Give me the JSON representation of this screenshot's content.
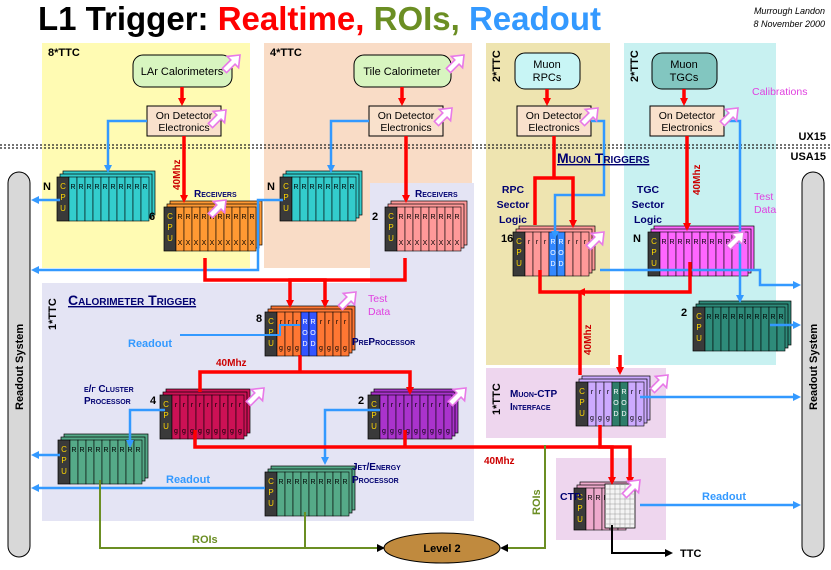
{
  "title": {
    "main": "L1 Trigger: ",
    "part1": "Realtime,",
    "part2": " ROIs,",
    "part3": " Readout"
  },
  "author": {
    "name": "Murrough Landon",
    "date": "8 November 2000"
  },
  "colors": {
    "realtime": "#ff0000",
    "rois": "#6b8e23",
    "readout": "#3399ff",
    "ttc_arrow": "#e879e8",
    "title_black": "#000000"
  },
  "ttc_counts": {
    "lar": "8*TTC",
    "tile": "4*TTC",
    "rpc": "2*TTC",
    "tgc": "2*TTC",
    "calo": "1*TTC",
    "muctpi": "1*TTC"
  },
  "detectors": {
    "lar": "LAr Calorimeters",
    "tile": "Tile Calorimeter",
    "rpc_line1": "Muon",
    "rpc_line2": "RPCs",
    "tgc_line1": "Muon",
    "tgc_line2": "TGCs"
  },
  "on_detector": {
    "line1": "On Detector",
    "line2": "Electronics"
  },
  "caverns": {
    "ux15": "UX15",
    "usa15": "USA15"
  },
  "speed_40mhz": "40Mhz",
  "labels": {
    "receivers_lar": "Receivers",
    "receivers_tile": "Receivers",
    "muon_triggers": "Muon Triggers",
    "rpc_sector_logic_1": "RPC",
    "rpc_sector_logic_2": "Sector",
    "rpc_sector_logic_3": "Logic",
    "tgc_sector_logic_1": "TGC",
    "tgc_sector_logic_2": "Sector",
    "tgc_sector_logic_3": "Logic",
    "calibrations": "Calibrations",
    "test_data_1": "Test",
    "test_data_2": "Data",
    "calorimeter_trigger": "Calorimeter Trigger",
    "preprocessor": "PreProcessor",
    "em_cluster_1": "e/γ Cluster",
    "em_cluster_2": "Processor",
    "jet_energy_1": "Jet/Energy",
    "jet_energy_2": "Processor",
    "muon_ctp_1": "Muon-CTP",
    "muon_ctp_2": "Interface",
    "ctp": "CTP",
    "level2": "Level 2",
    "ttc": "TTC",
    "rois": "ROIs",
    "readout": "Readout",
    "readout_system": "Readout System"
  },
  "crate_counts": {
    "lar_n": "N",
    "lar_rx": "6",
    "tile_n": "N",
    "tile_rx": "2",
    "rpc_sl": "16",
    "tgc_sl": "N",
    "tgc_extra": "2",
    "ppr": "8",
    "cp": "4",
    "jep": "2"
  },
  "crate_glyphs": {
    "cpu_letters": [
      "C",
      "P",
      "U"
    ],
    "module_letter": "R",
    "module_letter_alt": "X",
    "proc_letter": "r",
    "proc_letter_alt": "g",
    "rod_letters": [
      "R",
      "O",
      "D"
    ]
  }
}
